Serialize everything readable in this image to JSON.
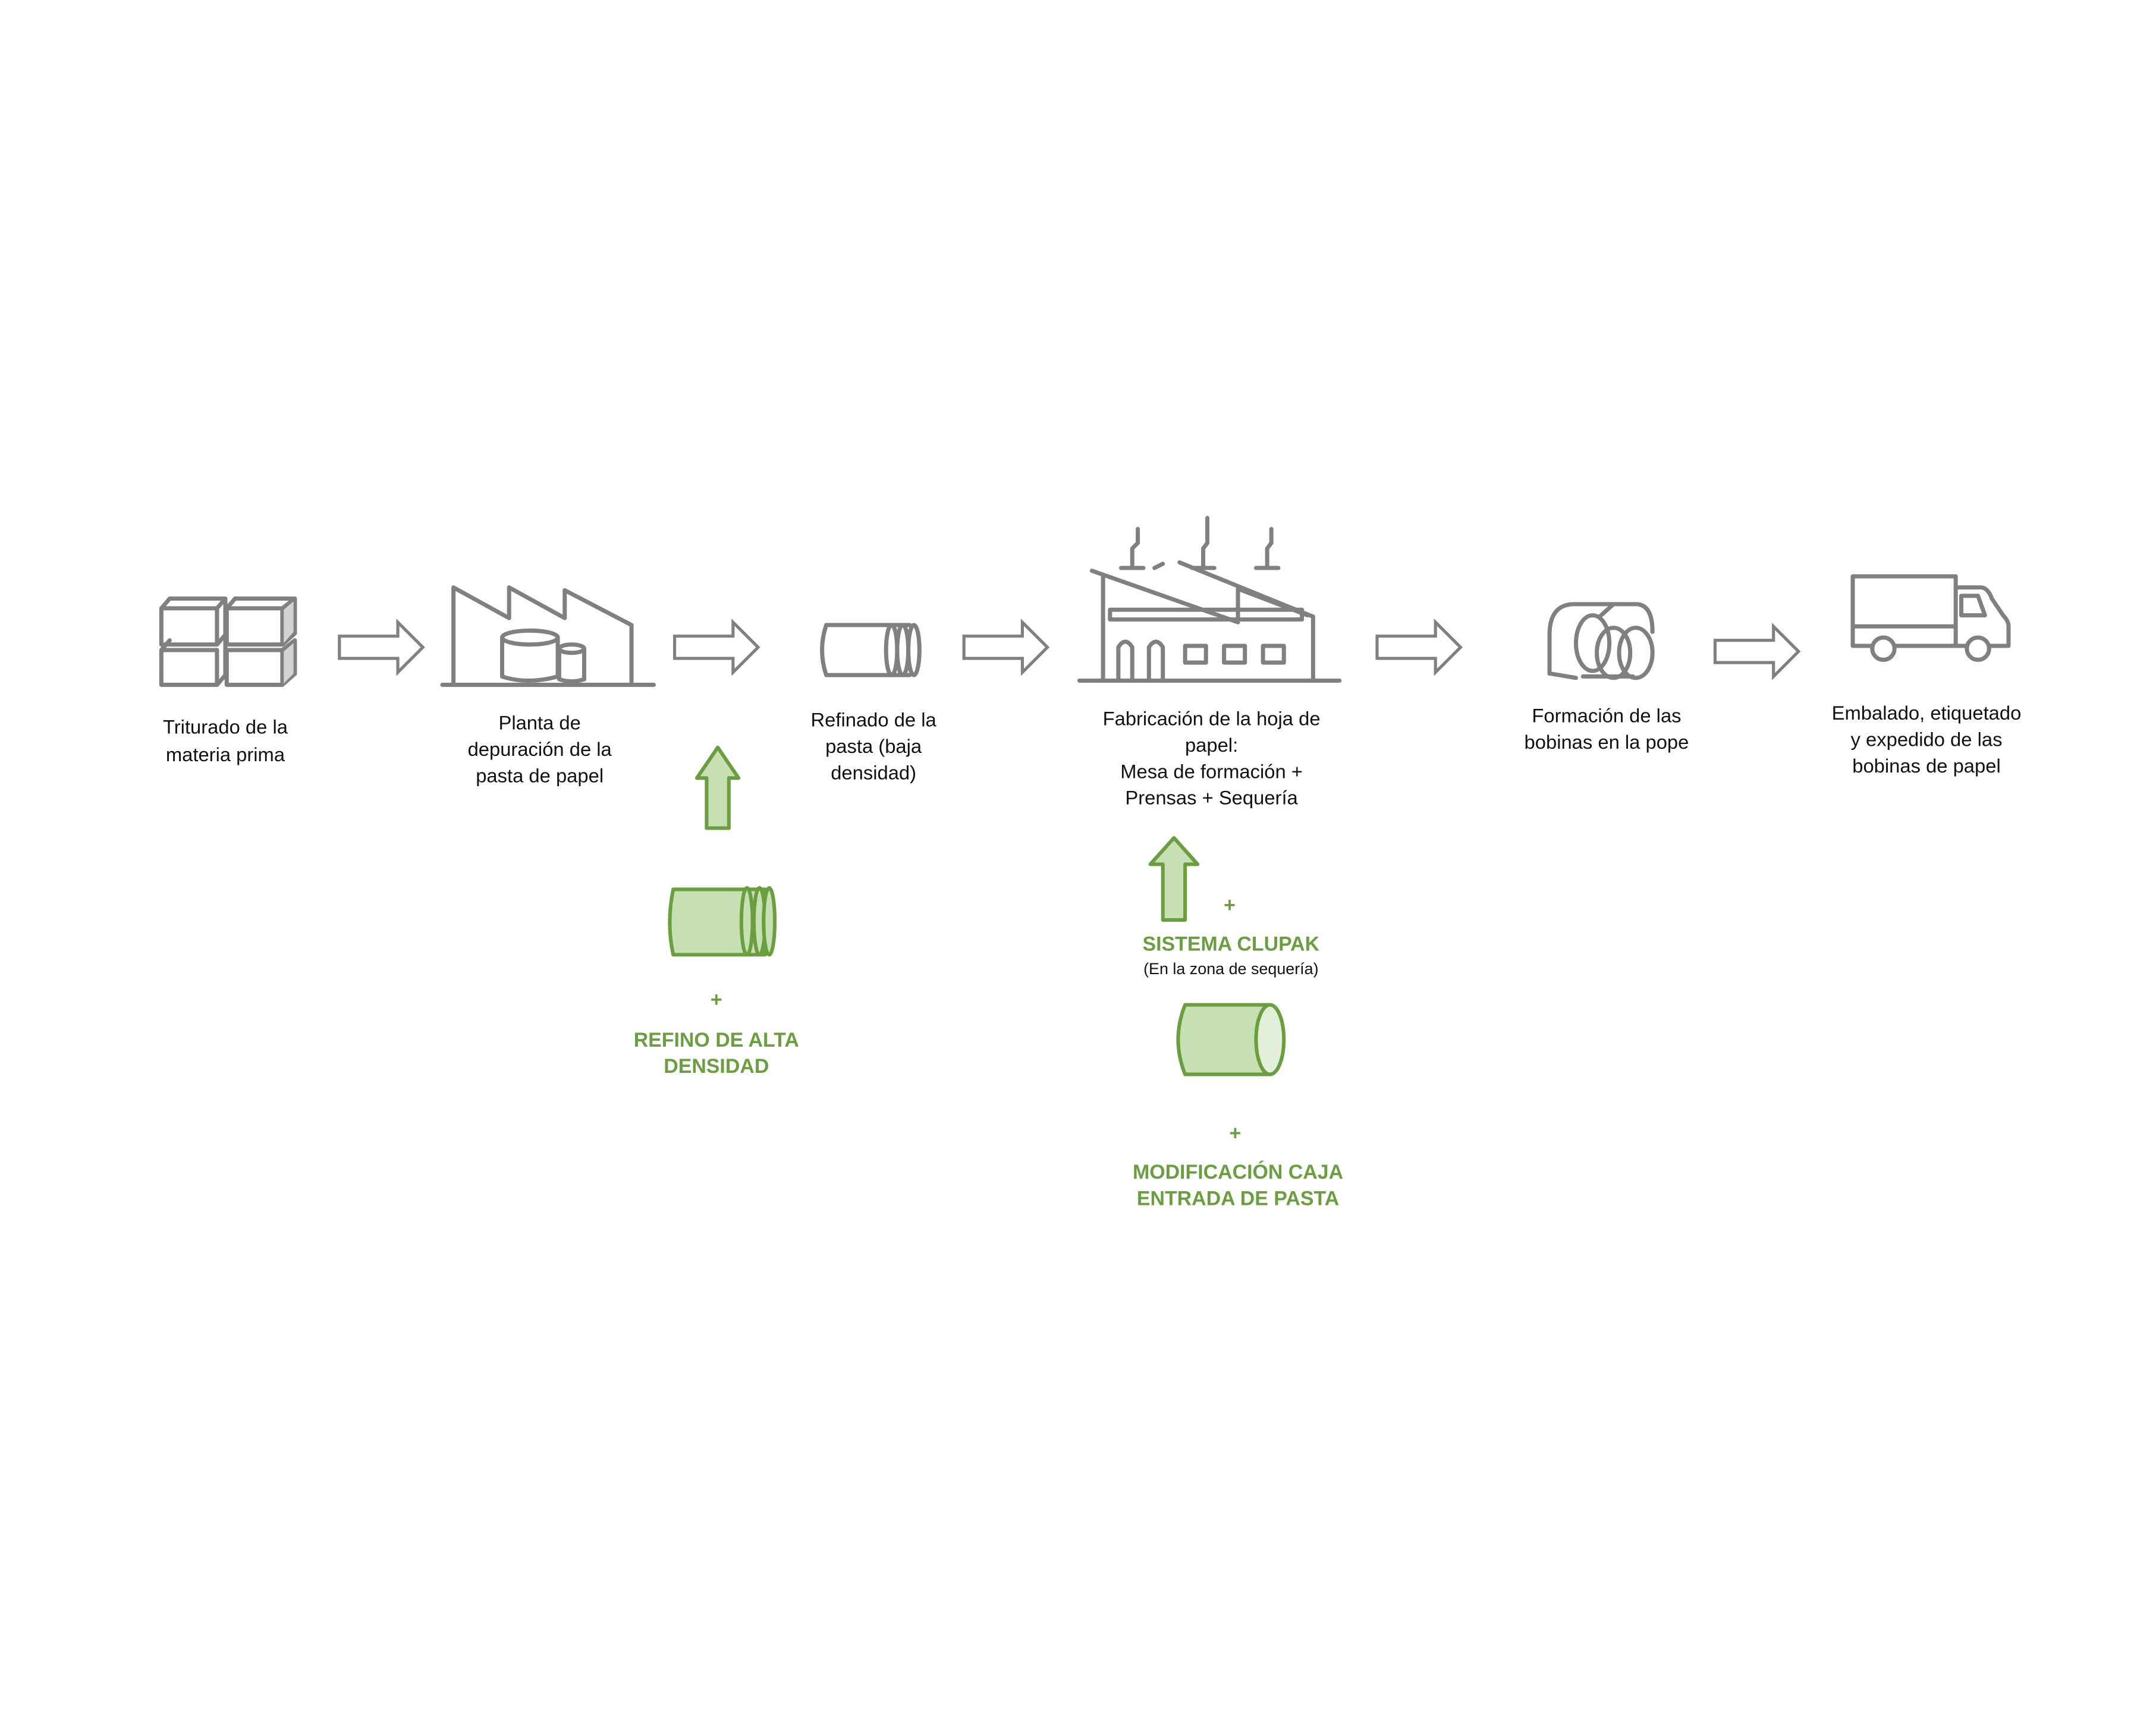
{
  "colors": {
    "gray": "#808080",
    "green": "#6a9e3f",
    "light_green": "#c6e0b4"
  },
  "steps": [
    {
      "icon": "boxes-icon",
      "lines": [
        "Triturado  de la",
        "materia prima"
      ]
    },
    {
      "icon": "factory-icon",
      "lines": [
        "Planta de",
        "depuración  de la",
        "pasta de papel"
      ]
    },
    {
      "icon": "refiner-icon",
      "lines": [
        "Refinado  de la",
        "pasta (baja",
        "densidad)"
      ]
    },
    {
      "icon": "paper-mill-icon",
      "lines": [
        "Fabricación  de la hoja de",
        "papel:",
        "Mesa de formación  +",
        "Prensas + Sequería"
      ]
    },
    {
      "icon": "paper-rolls-icon",
      "lines": [
        "Formación  de las",
        "bobinas  en la pope"
      ]
    },
    {
      "icon": "truck-icon",
      "lines": [
        "Embalado,  etiquetado",
        "y expedido  de las",
        "bobinas  de papel"
      ]
    }
  ],
  "improvements": {
    "refino": {
      "plus": "+",
      "lines": [
        "REFINO  DE ALTA",
        "DENSIDAD"
      ]
    },
    "clupak": {
      "plus": "+",
      "title": "SISTEMA CLUPAK",
      "note": "(En la zona de sequería)"
    },
    "caja": {
      "plus": "+",
      "lines": [
        "MODIFICACIÓN  CAJA",
        "ENTRADA  DE PASTA"
      ]
    }
  }
}
